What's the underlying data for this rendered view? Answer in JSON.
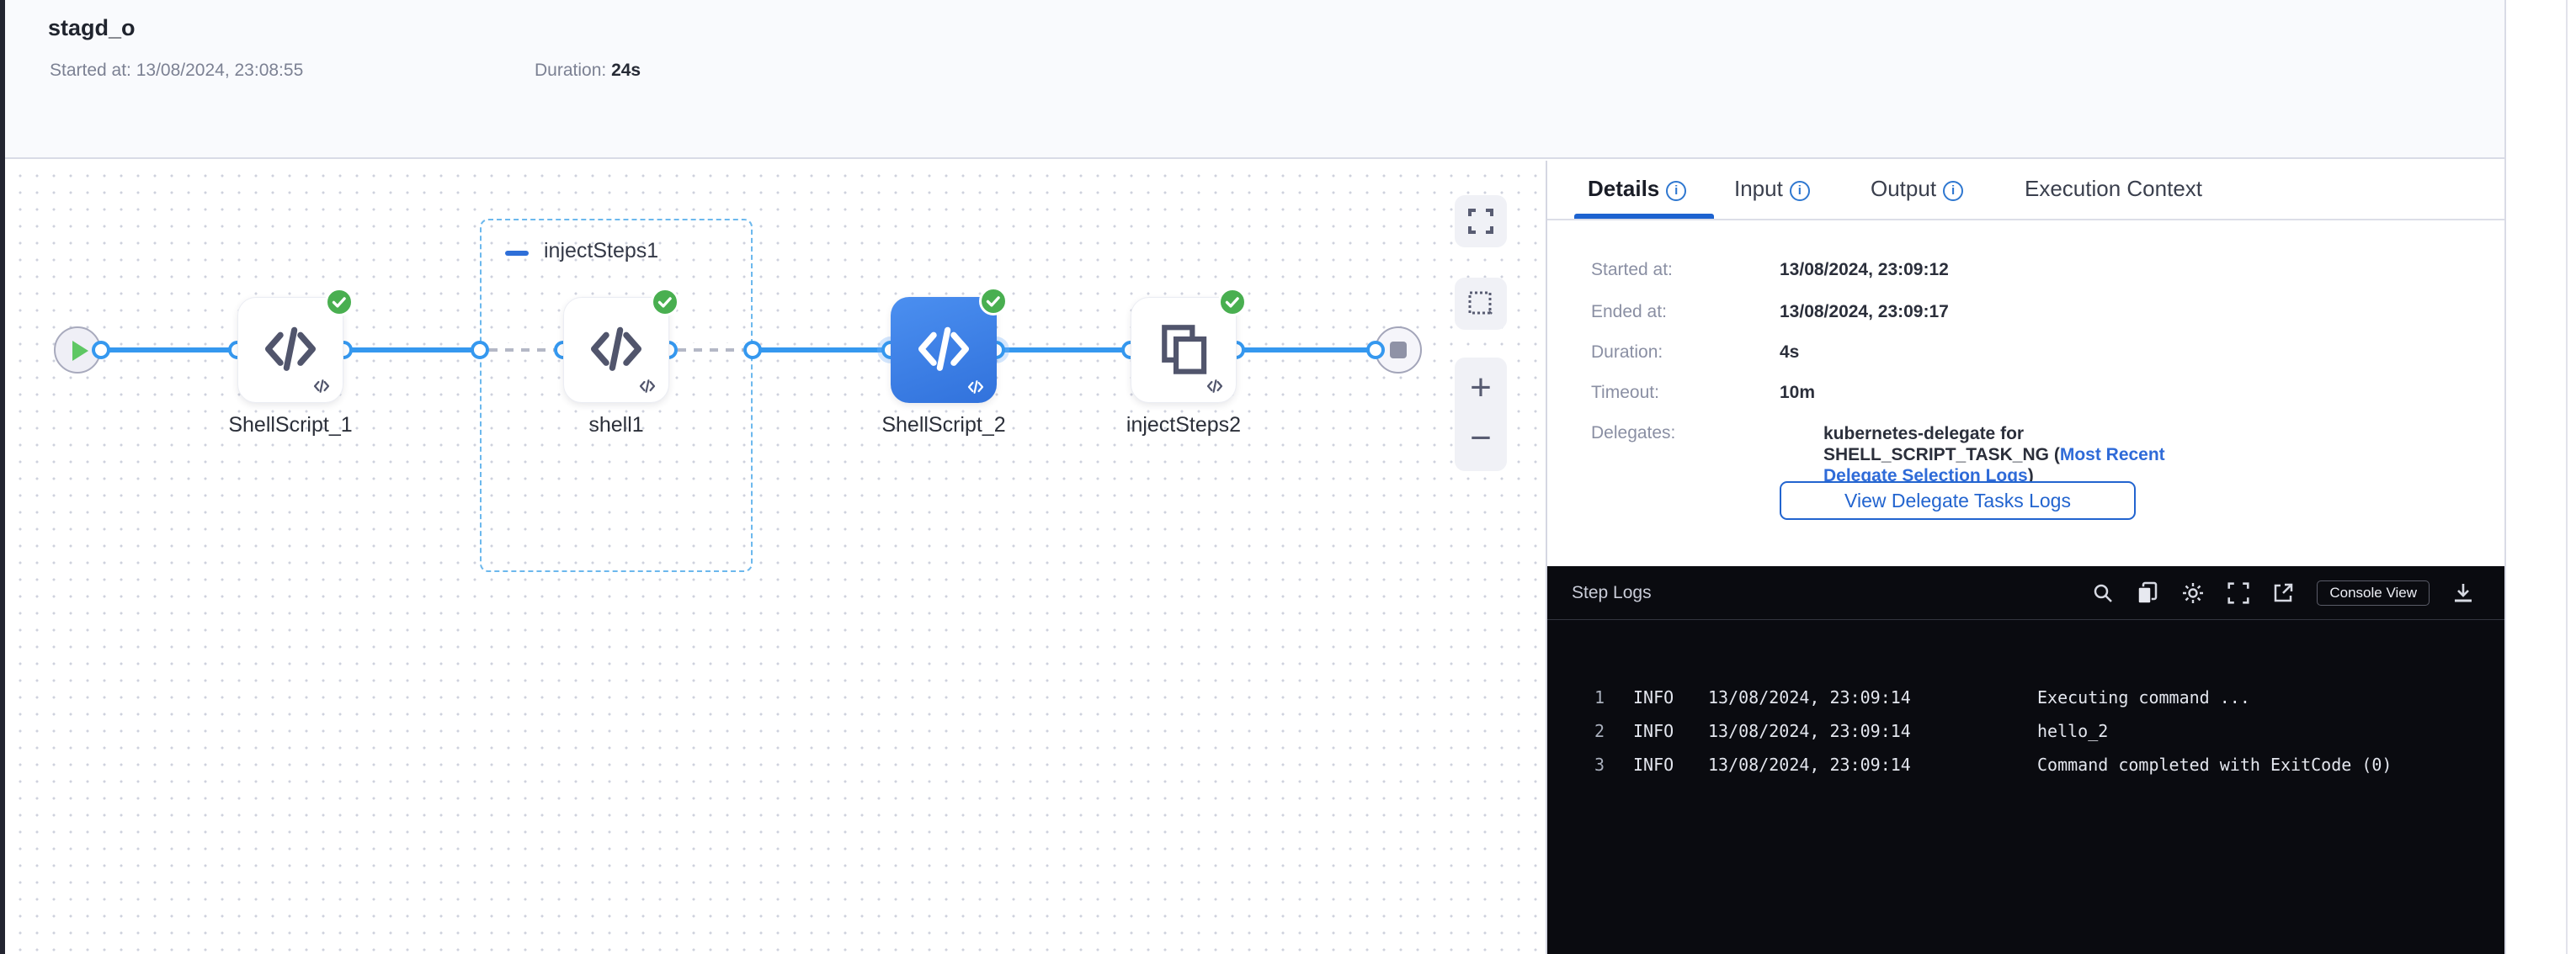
{
  "header": {
    "title": "stagd_o",
    "started_label": "Started at:",
    "started_value": "13/08/2024, 23:08:55",
    "duration_label": "Duration:",
    "duration_value": "24s"
  },
  "pipeline": {
    "group_label": "injectSteps1",
    "nodes": [
      {
        "label": "ShellScript_1",
        "status": "success"
      },
      {
        "label": "shell1",
        "status": "success"
      },
      {
        "label": "ShellScript_2",
        "status": "success",
        "selected": true
      },
      {
        "label": "injectSteps2",
        "status": "success"
      }
    ],
    "controls": {
      "zoom_in": "+",
      "zoom_out": "−"
    }
  },
  "panel": {
    "tabs": [
      {
        "label": "Details",
        "info": "i",
        "active": true
      },
      {
        "label": "Input",
        "info": "i"
      },
      {
        "label": "Output",
        "info": "i"
      },
      {
        "label": "Execution Context"
      }
    ],
    "details": {
      "rows": [
        {
          "label": "Started at:",
          "value": "13/08/2024, 23:09:12"
        },
        {
          "label": "Ended at:",
          "value": "13/08/2024, 23:09:17"
        },
        {
          "label": "Duration:",
          "value": "4s"
        },
        {
          "label": "Timeout:",
          "value": "10m"
        }
      ],
      "delegates_label": "Delegates:",
      "delegates_prefix": "kubernetes-delegate for SHELL_SCRIPT_TASK_NG (",
      "delegates_link": "Most Recent Delegate Selection Logs",
      "delegates_suffix": ")",
      "view_logs_button": "View Delegate Tasks Logs"
    },
    "step_logs": {
      "title": "Step Logs",
      "console_view": "Console View",
      "lines": [
        {
          "num": "1",
          "level": "INFO",
          "time": "13/08/2024, 23:09:14",
          "message": "Executing command ..."
        },
        {
          "num": "2",
          "level": "INFO",
          "time": "13/08/2024, 23:09:14",
          "message": "hello_2"
        },
        {
          "num": "3",
          "level": "INFO",
          "time": "13/08/2024, 23:09:14",
          "message": "Command completed with ExitCode (0)"
        }
      ]
    }
  },
  "colors": {
    "accent_blue": "#3598ef",
    "link_blue": "#2f6bd8",
    "success_green": "#49af50",
    "selected_node_blue": "#3b7fe3",
    "log_bg": "#0a0b10"
  }
}
